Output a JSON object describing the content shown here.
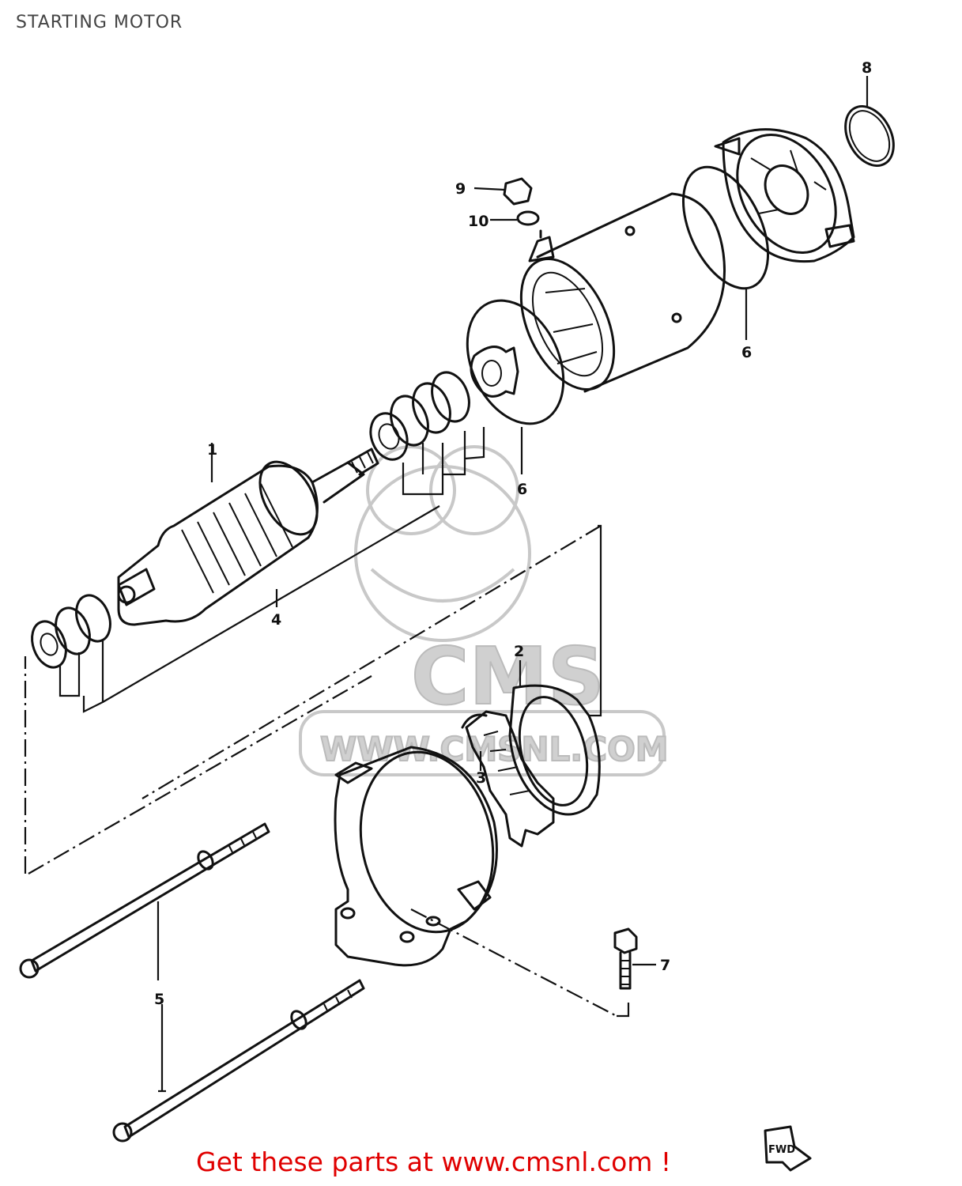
{
  "diagram": {
    "title": "STARTING MOTOR",
    "callouts": [
      "1",
      "2",
      "3",
      "4",
      "5",
      "6",
      "6",
      "7",
      "8",
      "9",
      "10"
    ],
    "fwd_marker": "FWD"
  },
  "watermark": {
    "logo_text": "CMS",
    "url_text": "WWW.CMSNL.COM"
  },
  "footer": {
    "text": "Get these parts at www.cmsnl.com !"
  }
}
